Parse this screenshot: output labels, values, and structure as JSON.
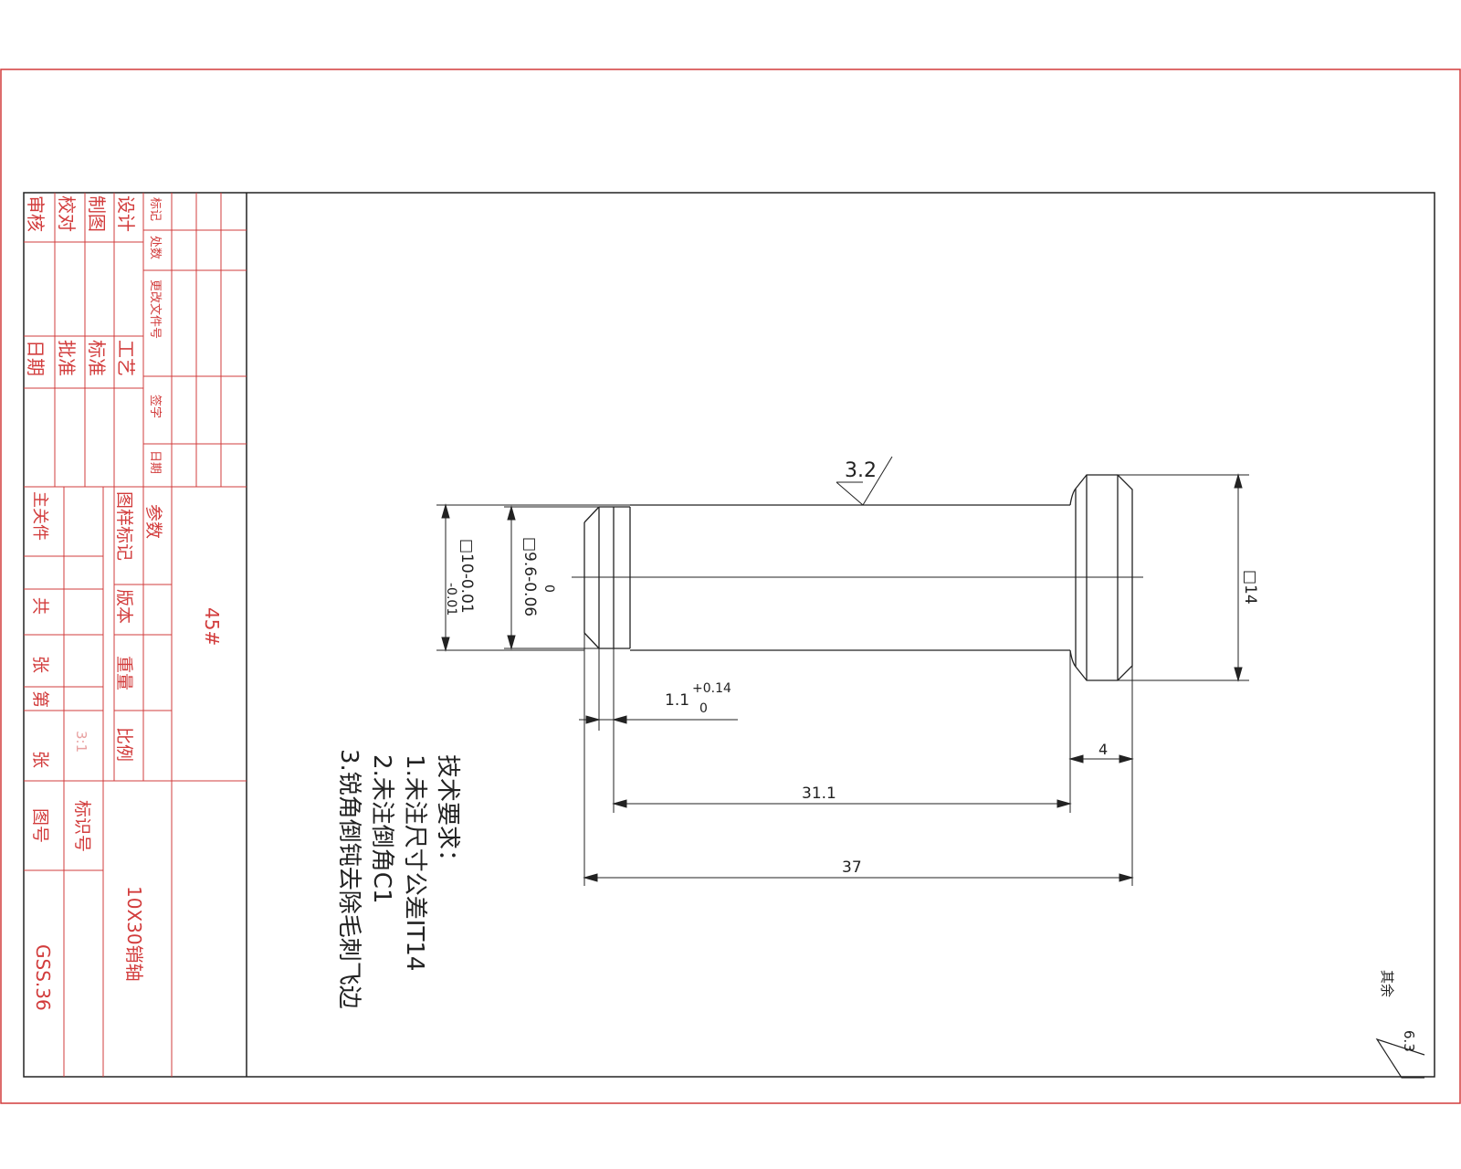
{
  "colors": {
    "title_block": "#d23c3c",
    "drawing": "#222222",
    "background": "#ffffff"
  },
  "title_block": {
    "cells": {
      "mark": "标记",
      "count": "处数",
      "change_doc": "更改文件号",
      "sign": "签字",
      "date_small": "日期",
      "design": "设计",
      "draft": "制图",
      "proofread": "校对",
      "review": "审核",
      "process": "工艺",
      "standard": "标准",
      "approve": "批准",
      "date": "日期",
      "param": "参数",
      "sample_mark": "图样标记",
      "version": "版本",
      "weight": "重量",
      "scale": "比例",
      "scale_value": "3:1",
      "key_part": "主关件",
      "total": "共",
      "sheet": "张",
      "page_no": "第",
      "sheet2": "张",
      "material": "45#",
      "id_label": "标识号",
      "drawing_no_label": "图号",
      "drawing_no": "GSS.36",
      "part_name": "10X30销轴"
    }
  },
  "dimensions": {
    "roughness_top": "3.2",
    "dia_outer": "□10-0.01",
    "dia_outer_tol": "-0.01",
    "dia_groove": "□9.6-0.06",
    "dia_groove_tol": "0",
    "dia_head": "□14",
    "groove_width": "1.1",
    "groove_tol_upper": "+0.14",
    "groove_tol_lower": "0",
    "head_width": "4",
    "shaft_length": "31.1",
    "total_length": "37"
  },
  "notes": {
    "title": "技术要求：",
    "items": [
      "1.未注尺寸公差IT14",
      "2.未注倒角C1",
      "3.锐角倒钝去除毛刺飞边"
    ]
  },
  "roughness_rest": {
    "label": "其余",
    "value": "6.3"
  }
}
